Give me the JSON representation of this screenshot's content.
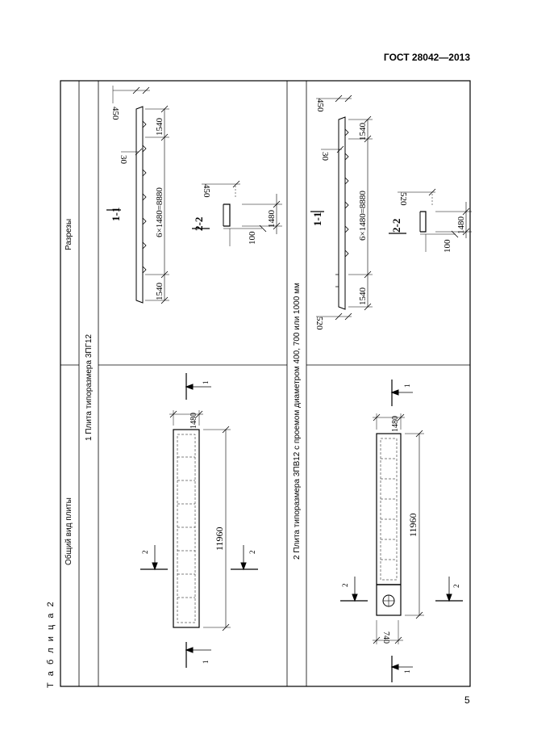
{
  "header": {
    "standard": "ГОСТ 28042—2013"
  },
  "page_number": "5",
  "table": {
    "title": "Т а б л и ц а  2",
    "col_general": "Общий вид плиты",
    "col_sections": "Разрезы",
    "row1_caption": "1 Плита типоразмера 3ПГ12",
    "row2_caption": "2 Плита типоразмера 3ПВ12 с проемом диаметром 400, 700 или 1000 мм"
  },
  "row1": {
    "plan": {
      "length": "11960",
      "width": "1480",
      "cut1": "1",
      "cut2": "2"
    },
    "section1": {
      "label": "1-1",
      "span": "6×1480=8880",
      "end_left": "1540",
      "end_right": "1540",
      "top": "450",
      "rib": "30"
    },
    "section2": {
      "label": "2-2",
      "top": "450",
      "width": "1480",
      "bottom": "100"
    }
  },
  "row2": {
    "plan": {
      "length": "11960",
      "width": "1480",
      "opening": "740",
      "cut1": "1",
      "cut2": "2"
    },
    "section1": {
      "label": "1-1",
      "span": "6×1480=8880",
      "end_left": "1540",
      "end_right": "1540",
      "top": "450",
      "rib": "30",
      "bottom": "520"
    },
    "section2": {
      "label": "2-2",
      "top": "520",
      "width": "1480",
      "bottom": "100"
    }
  }
}
